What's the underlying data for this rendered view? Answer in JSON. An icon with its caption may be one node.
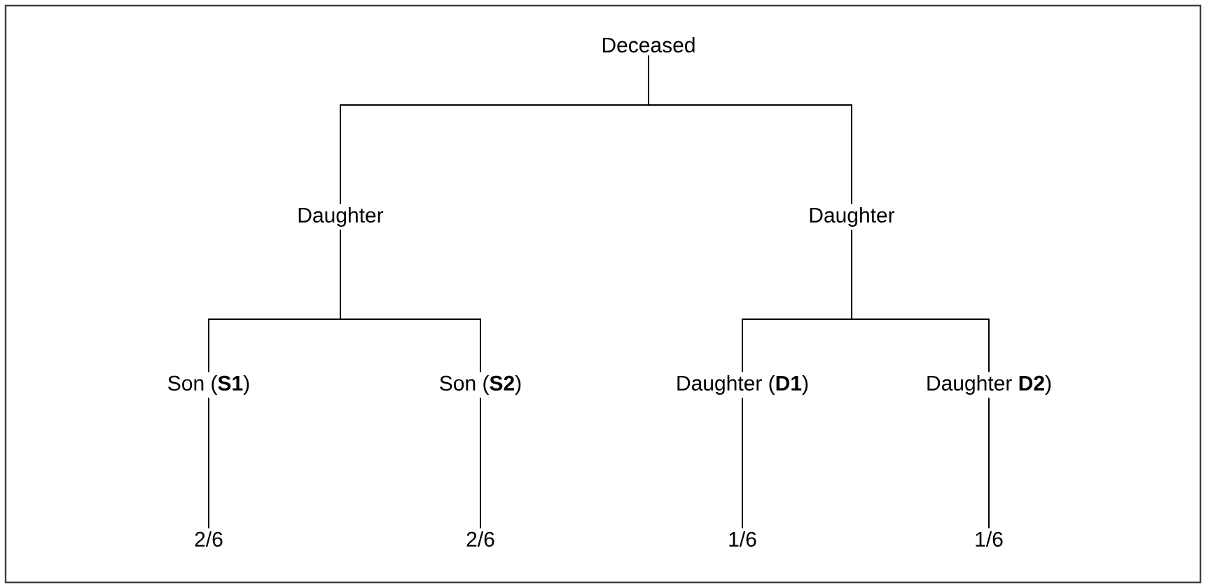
{
  "diagram": {
    "nodes": [
      {
        "text": [
          "Deceased"
        ]
      },
      {
        "text": [
          "Daughter"
        ]
      },
      {
        "text": [
          "Daughter"
        ]
      },
      {
        "text": [
          "Son (**S1**)"
        ]
      },
      {
        "text": [
          "Son (**S2**)"
        ]
      },
      {
        "text": [
          "Daughter (**D1**)"
        ]
      },
      {
        "text": [
          "Daughter **D2**)"
        ]
      },
      {
        "text": [
          "2/6"
        ]
      },
      {
        "text": [
          "2/6"
        ]
      },
      {
        "text": [
          "1/6"
        ]
      },
      {
        "text": [
          "1/6"
        ]
      }
    ],
    "edges": [
      {
        "from": 0,
        "to": 1,
        "arrow": "none"
      },
      {
        "from": 0,
        "to": 2,
        "arrow": "none"
      },
      {
        "from": 1,
        "to": 3,
        "arrow": "none"
      },
      {
        "from": 1,
        "to": 4,
        "arrow": "none"
      },
      {
        "from": 2,
        "to": 5,
        "arrow": "none"
      },
      {
        "from": 2,
        "to": 6,
        "arrow": "none"
      },
      {
        "from": 3,
        "to": 7,
        "arrow": "none"
      },
      {
        "from": 4,
        "to": 8,
        "arrow": "none"
      },
      {
        "from": 5,
        "to": 9,
        "arrow": "none"
      },
      {
        "from": 6,
        "to": 10,
        "arrow": "none"
      }
    ]
  }
}
